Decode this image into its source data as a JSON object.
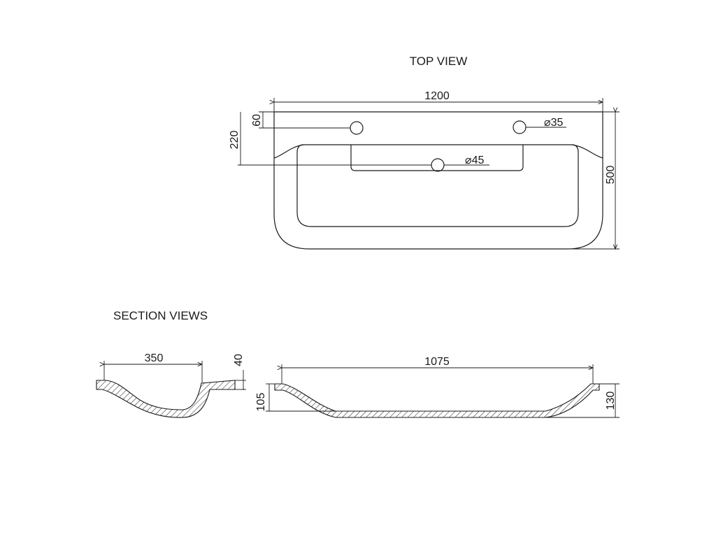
{
  "top_view": {
    "title": "TOP VIEW",
    "dims": {
      "overall_length": "1200",
      "overall_depth": "500",
      "tap_hole_offset": "60",
      "waste_offset": "220",
      "tap_hole_dia": "⌀35",
      "waste_dia": "⌀45"
    }
  },
  "section_views": {
    "title": "SECTION VIEWS",
    "dims": {
      "short_width": "350",
      "short_rim": "40",
      "long_width": "1075",
      "long_depth_inner": "105",
      "long_depth_outer": "130"
    }
  }
}
